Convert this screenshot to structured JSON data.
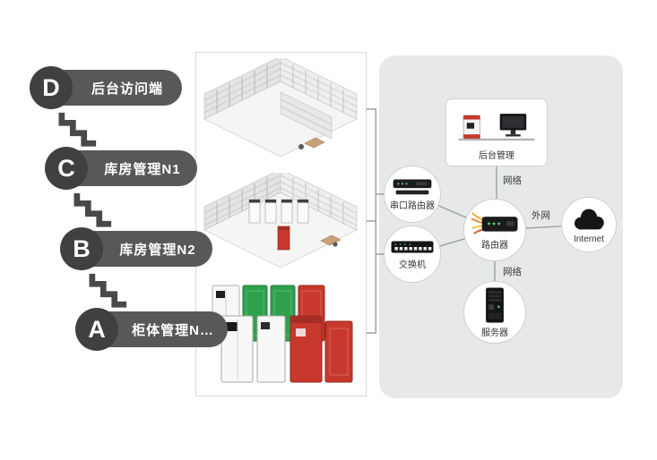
{
  "ladder": {
    "items": [
      {
        "letter": "D",
        "label": "后台访问端"
      },
      {
        "letter": "C",
        "label": "库房管理N1"
      },
      {
        "letter": "B",
        "label": "库房管理N2"
      },
      {
        "letter": "A",
        "label": "柜体管理N…"
      }
    ]
  },
  "network": {
    "serial_router_label": "串口路由器",
    "switch_label": "交换机",
    "backend_label": "后台管理",
    "router_label": "路由器",
    "server_label": "服务器",
    "internet_label": "Internet",
    "edge_backend_router": "网络",
    "edge_router_server": "网络",
    "edge_router_internet": "外网"
  },
  "icons": {
    "steps": "stairs-icon",
    "serial_router": "serial-router-device-icon",
    "switch": "network-switch-device-icon",
    "router": "router-device-icon",
    "server": "server-tower-icon",
    "internet": "cloud-icon",
    "backend": "workstation-icon",
    "warehouse_1": "warehouse-room-3d-image",
    "warehouse_2": "warehouse-room-3d-image",
    "cabinets": "cabinet-group-image"
  },
  "colors": {
    "pill": "#57585a",
    "pill_circle": "#3f4042",
    "panel_gray": "#e7e8e9",
    "cabinet_green": "#2fa14c",
    "cabinet_red": "#c8382c",
    "connector_line": "#9aa0a3"
  }
}
